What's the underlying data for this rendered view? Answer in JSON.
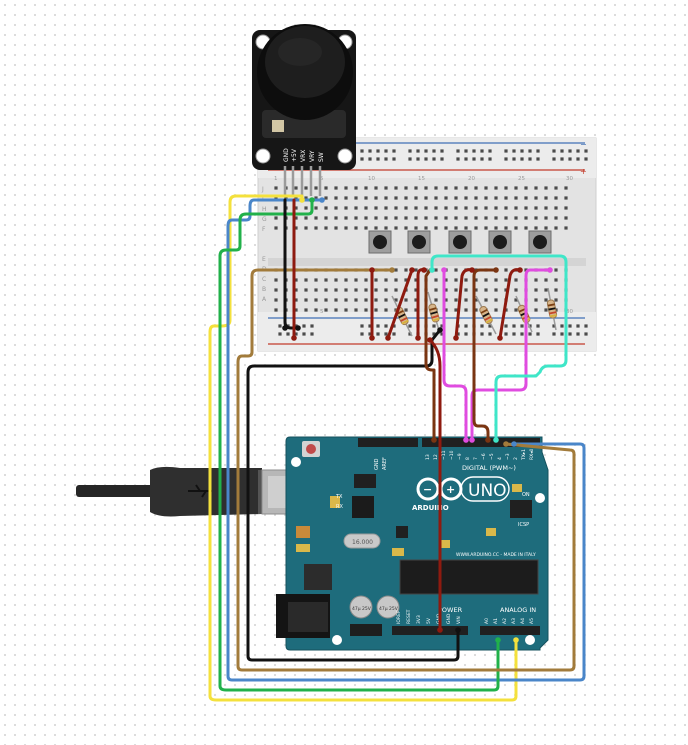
{
  "joystick": {
    "pins": [
      "GND",
      "+5V",
      "VRX",
      "VRY",
      "SW"
    ]
  },
  "breadboard": {
    "column_numbers": [
      "1",
      "5",
      "10",
      "15",
      "20",
      "25",
      "30"
    ],
    "row_letters_top": [
      "J",
      "I",
      "H",
      "G",
      "F"
    ],
    "row_letters_bottom": [
      "E",
      "D",
      "C",
      "B",
      "A"
    ],
    "rail_plus": "+",
    "rail_minus": "−"
  },
  "arduino": {
    "brand": "ARDUINO",
    "model": "UNO",
    "digital_label": "DIGITAL (PWM~)",
    "power_label": "POWER",
    "analog_label": "ANALOG IN",
    "aref": "AREF",
    "gnd": "GND",
    "tx": "TX",
    "rx": "RX",
    "on": "ON",
    "icsp": "ICSP",
    "url": "WWW.ARDUINO.CC - MADE IN ITALY",
    "crystal": "16.000",
    "capacitor_text": "47µ 25V",
    "digital_pins": [
      "13",
      "12",
      "~11",
      "~10",
      "~9",
      "8",
      "7",
      "~6",
      "~5",
      "4",
      "~3",
      "2",
      "TX▸1",
      "RX◂0"
    ],
    "power_pins": [
      "IOREF",
      "RESET",
      "3V3",
      "5V",
      "GND",
      "GND",
      "VIN"
    ],
    "analog_pins": [
      "A0",
      "A1",
      "A2",
      "A3",
      "A4",
      "A5"
    ]
  },
  "colors": {
    "wire_yellow": "#f4e13c",
    "wire_blue": "#4a86c9",
    "wire_green": "#21b14a",
    "wire_brown": "#a27b3b",
    "wire_black": "#111111",
    "wire_red": "#8e1a0f",
    "wire_magenta": "#e04ce0",
    "wire_cyan": "#3fe6c8",
    "wire_darkbrown": "#7a3512",
    "board_teal": "#1e6c7c",
    "breadboard": "#e4e4e4"
  }
}
